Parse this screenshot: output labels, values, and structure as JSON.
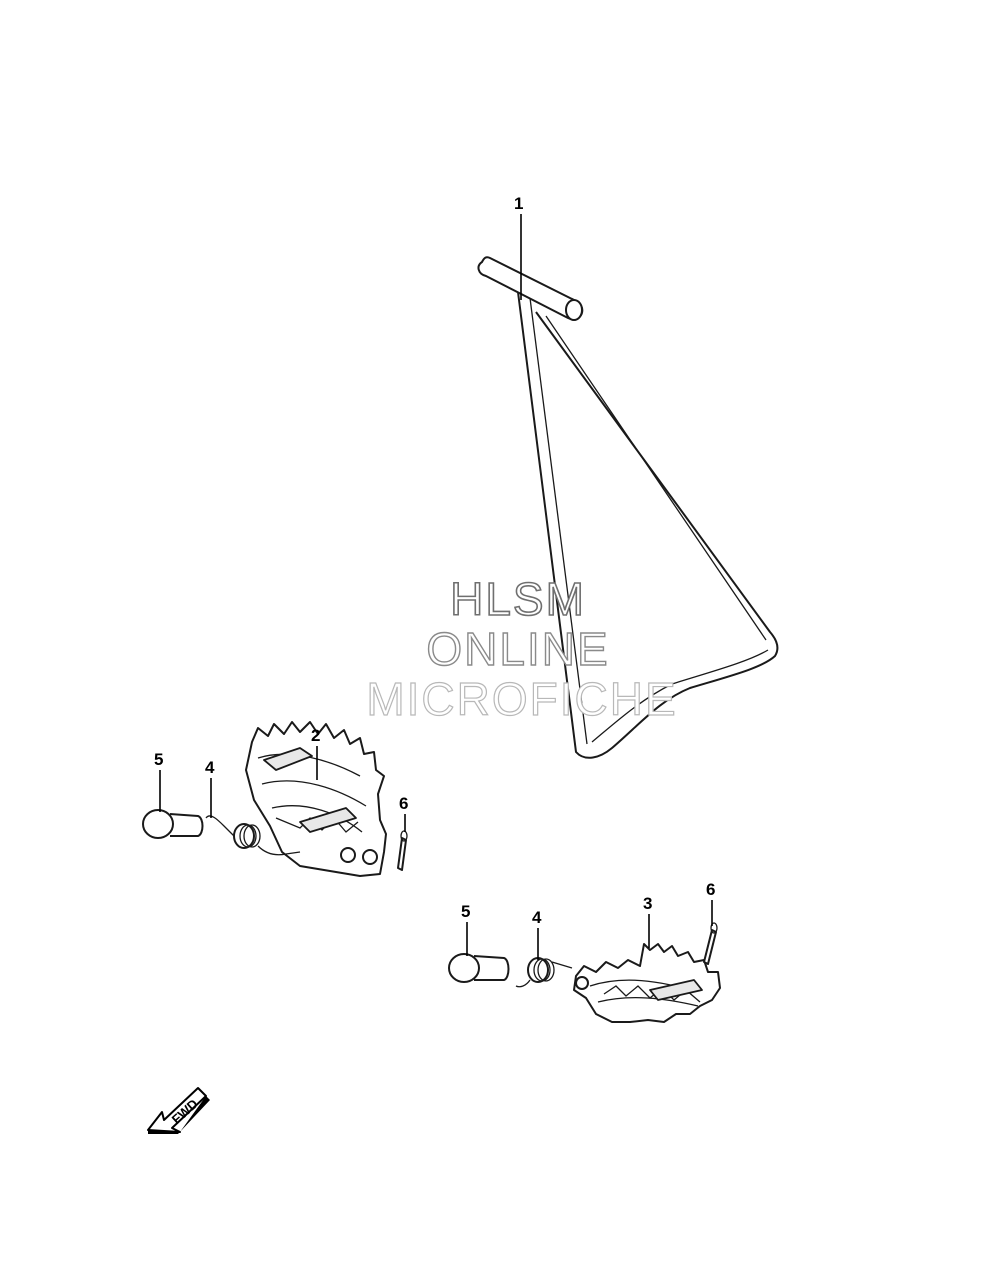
{
  "callouts": [
    {
      "id": "1",
      "label": "1"
    },
    {
      "id": "2",
      "label": "2"
    },
    {
      "id": "3",
      "label": "3"
    },
    {
      "id": "4a",
      "label": "4"
    },
    {
      "id": "4b",
      "label": "4"
    },
    {
      "id": "5a",
      "label": "5"
    },
    {
      "id": "5b",
      "label": "5"
    },
    {
      "id": "6a",
      "label": "6"
    },
    {
      "id": "6b",
      "label": "6"
    }
  ],
  "watermark": {
    "line1": "HLSM",
    "line2": "ONLINE",
    "line3": "MICROFICHE"
  },
  "fwd_arrow": {
    "label": "FWD"
  }
}
